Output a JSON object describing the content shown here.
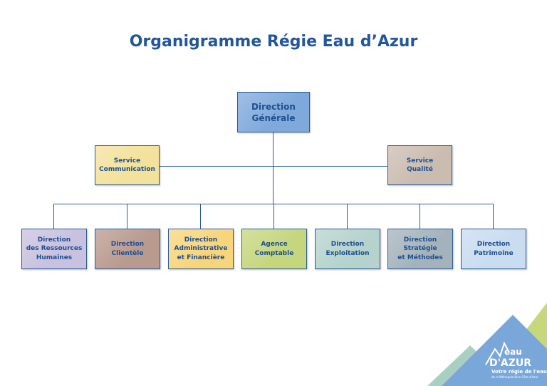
{
  "title": "Organigramme Régie Eau d’Azur",
  "top": {
    "label": "Direction\nGénérale",
    "color": "#7fa9dc"
  },
  "services": [
    {
      "label": "Service\nCommunication",
      "color": "#f3e29b"
    },
    {
      "label": "Service\nQualité",
      "color": "#cbbcb0"
    }
  ],
  "directions": [
    {
      "label": "Direction\ndes Ressources\nHumaines",
      "color": "#c8c1df"
    },
    {
      "label": "Direction\nClientèle",
      "color": "#b99a8e"
    },
    {
      "label": "Direction\nAdministrative\net Financière",
      "color": "#f7d57a"
    },
    {
      "label": "Agence\nComptable",
      "color": "#c5d67d"
    },
    {
      "label": "Direction\nExploitation",
      "color": "#b5d3cc"
    },
    {
      "label": "Direction\nStratégie\net Méthodes",
      "color": "#a4b3bb"
    },
    {
      "label": "Direction\nPatrimoine",
      "color": "#c9dcf0"
    }
  ],
  "logo": {
    "name": "eau D'AZUR",
    "tagline": "Votre régie de l'eau",
    "subtagline": "de la Métropole Nice Côte d'Azur"
  }
}
